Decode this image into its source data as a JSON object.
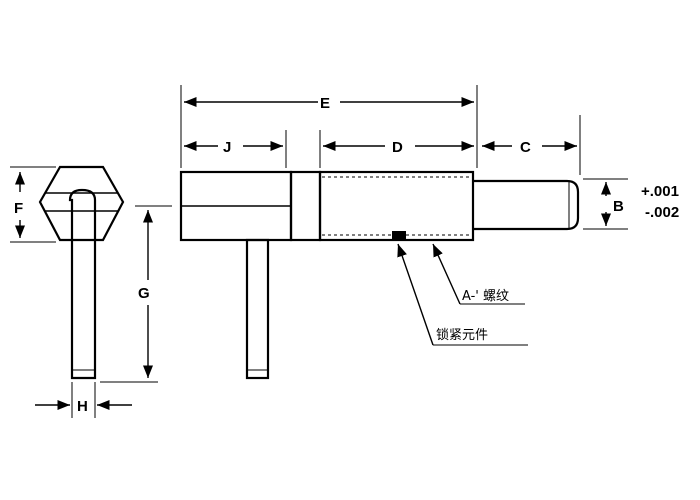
{
  "dimensions": {
    "E": "E",
    "J": "J",
    "D": "D",
    "C": "C",
    "B": "B",
    "F": "F",
    "G": "G",
    "H": "H"
  },
  "tolerance": {
    "plus": "+.001",
    "minus": "-.002"
  },
  "callouts": {
    "thread": "A-' 螺纹",
    "lock": "锁紧元件"
  }
}
